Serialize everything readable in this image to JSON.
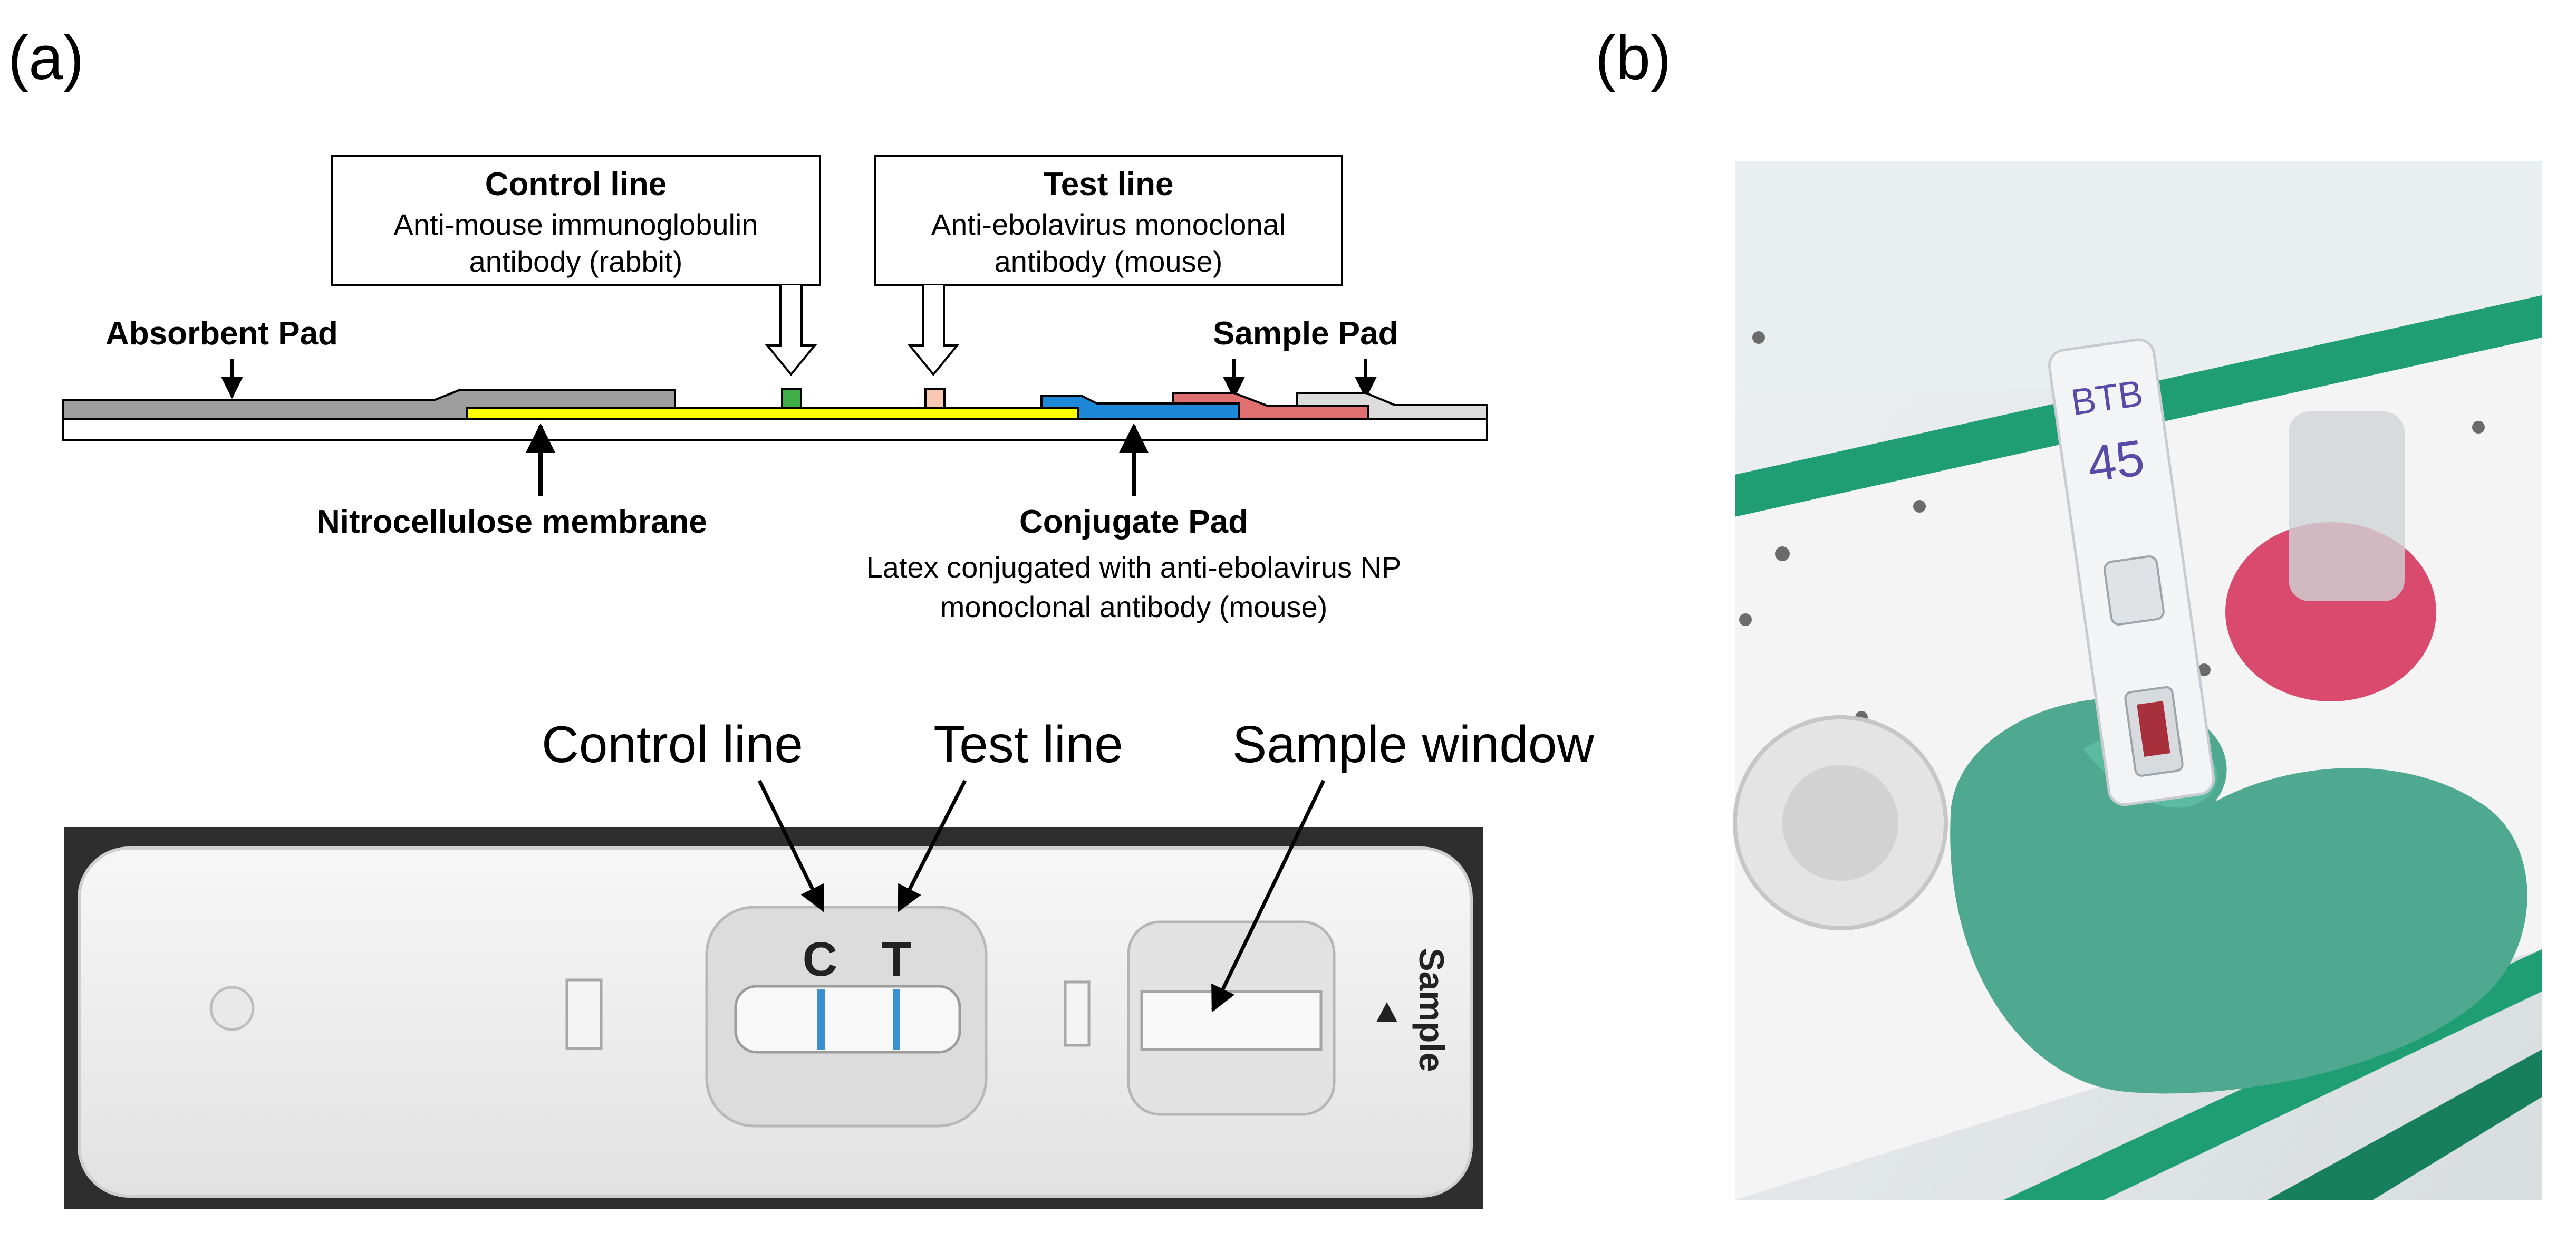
{
  "panels": {
    "a_label": "(a)",
    "b_label": "(b)"
  },
  "schematic": {
    "control_line_box": {
      "title": "Control line",
      "line1": "Anti-mouse immunoglobulin",
      "line2": "antibody (rabbit)"
    },
    "test_line_box": {
      "title": "Test line",
      "line1": "Anti-ebolavirus monoclonal",
      "line2": "antibody (mouse)"
    },
    "absorbent_pad": "Absorbent Pad",
    "sample_pad": "Sample Pad",
    "nitrocellulose_membrane": "Nitrocellulose membrane",
    "conjugate_pad": {
      "title": "Conjugate Pad",
      "line1": "Latex conjugated with anti-ebolavirus NP",
      "line2": "monoclonal antibody (mouse)"
    },
    "colors": {
      "absorbent": "#9e9e9e",
      "membrane": "#ffff00",
      "control_dot": "#3fae49",
      "test_dot": "#f8c8b0",
      "conjugate": "#1e88d8",
      "sample_red": "#e07070",
      "sample_grey": "#dcdcdc"
    }
  },
  "photo_a": {
    "control_label": "Control line",
    "test_label": "Test line",
    "window_label": "Sample window",
    "cassette_c": "C",
    "cassette_t": "T",
    "cassette_sample": "Sample",
    "line_color": "#3a8fd0"
  },
  "photo_b": {
    "marker_text_1": "BTB",
    "marker_text_2": "45",
    "glove_color": "#4fa890"
  }
}
